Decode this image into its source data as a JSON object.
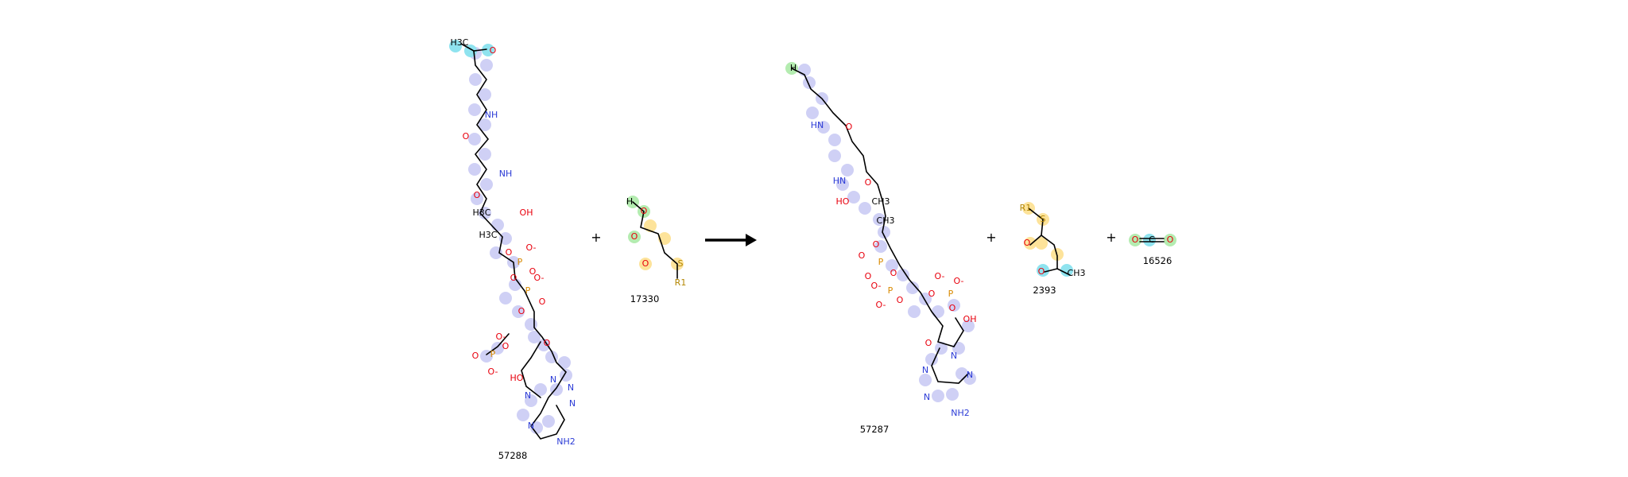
{
  "reaction": {
    "operator_plus": "+",
    "compounds": [
      {
        "id": "57288",
        "role": "reactant"
      },
      {
        "id": "17330",
        "role": "reactant"
      },
      {
        "id": "57287",
        "role": "product"
      },
      {
        "id": "2393",
        "role": "product"
      },
      {
        "id": "16526",
        "role": "product"
      }
    ]
  },
  "colors": {
    "bond": "#000000",
    "oxygen": "#e8000d",
    "nitrogen": "#2b3bd6",
    "phosphorus": "#d98a00",
    "sulfur": "#b38600",
    "highlight_coa": "#cfd0f5",
    "highlight_cyan": "#8fe3ef",
    "highlight_green": "#b4ecb0",
    "highlight_yellow": "#fde39a"
  },
  "atom_labels": {
    "h3c": "H3C",
    "ch3": "CH3",
    "o": "O",
    "nh": "NH",
    "hn": "HN",
    "oh": "OH",
    "ho": "HO",
    "o_minus": "O-",
    "p": "P",
    "n": "N",
    "nh2": "NH2",
    "h": "H",
    "r1": "R1",
    "s": "S",
    "c": "C"
  }
}
